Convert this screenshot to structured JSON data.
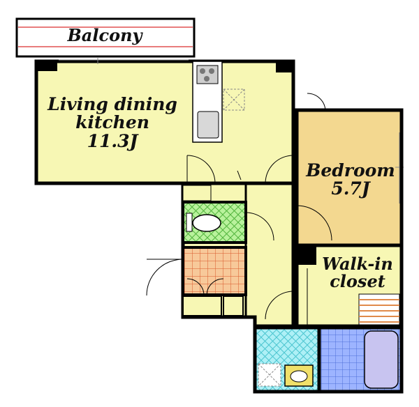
{
  "rooms": {
    "balcony": {
      "label": "Balcony"
    },
    "ldk": {
      "label_line1": "Living dining",
      "label_line2": "kitchen",
      "size": "11.3J"
    },
    "bedroom": {
      "label": "Bedroom",
      "size": "5.7J"
    },
    "walk_in_closet": {
      "label_line1": "Walk-in",
      "label_line2": "closet"
    }
  },
  "colors": {
    "living": "#f7f7b4",
    "bedroom": "#f3d890",
    "closet": "#f7f7b4",
    "bath_floor": "#9db4ff",
    "toilet_floor": "#b9f29c",
    "washroom_floor": "#aef0f6",
    "entrance_floor": "#f7c99a",
    "wall": "#000000",
    "balcony_line": "#e05050",
    "stair": "#e08a4a"
  }
}
